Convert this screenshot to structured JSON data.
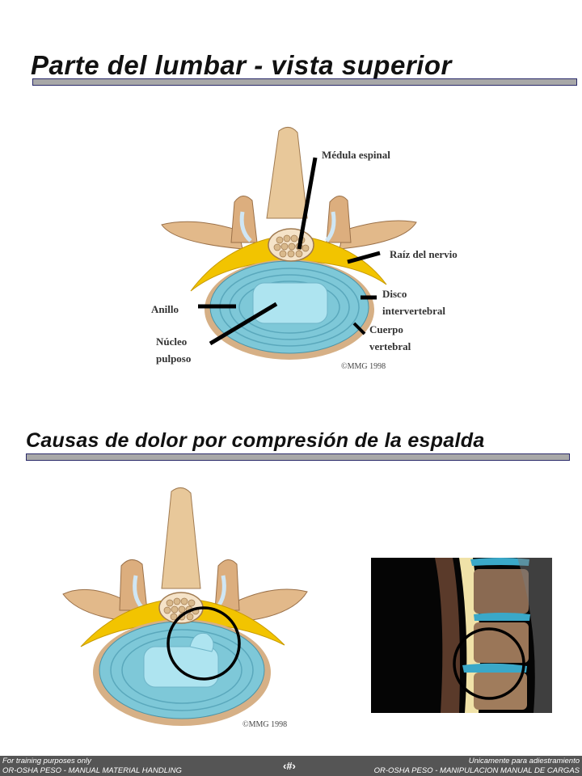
{
  "slide": {
    "title": "Parte del lumbar - vista superior",
    "subtitle": "Causas de dolor por compresión de la espalda"
  },
  "labels": {
    "medula": "Médula espinal",
    "raiz": "Raíz del nervio",
    "disco": "Disco\nintervertebral",
    "anillo": "Anillo",
    "cuerpo": "Cuerpo\nvertebral",
    "nucleo": "Núcleo\npulposo"
  },
  "copyright_top": "©MMG 1998",
  "copyright_bottom": "©MMG 1998",
  "footer": {
    "left_line1": "For training purposes only",
    "left_line2": "OR-OSHA PESO - MANUAL MATERIAL HANDLING",
    "right_line1": "Unicamente para adiestramiento",
    "right_line2": "OR-OSHA PESO - MANIPULACION MANUAL DE CARGAS",
    "page_marker": "‹#›"
  },
  "colors": {
    "bone": "#e8c89a",
    "nerve_yellow": "#f2c400",
    "disc_blue": "#7ec8d8",
    "nucleus_blue": "#aee4f0",
    "circle": "#000000"
  }
}
